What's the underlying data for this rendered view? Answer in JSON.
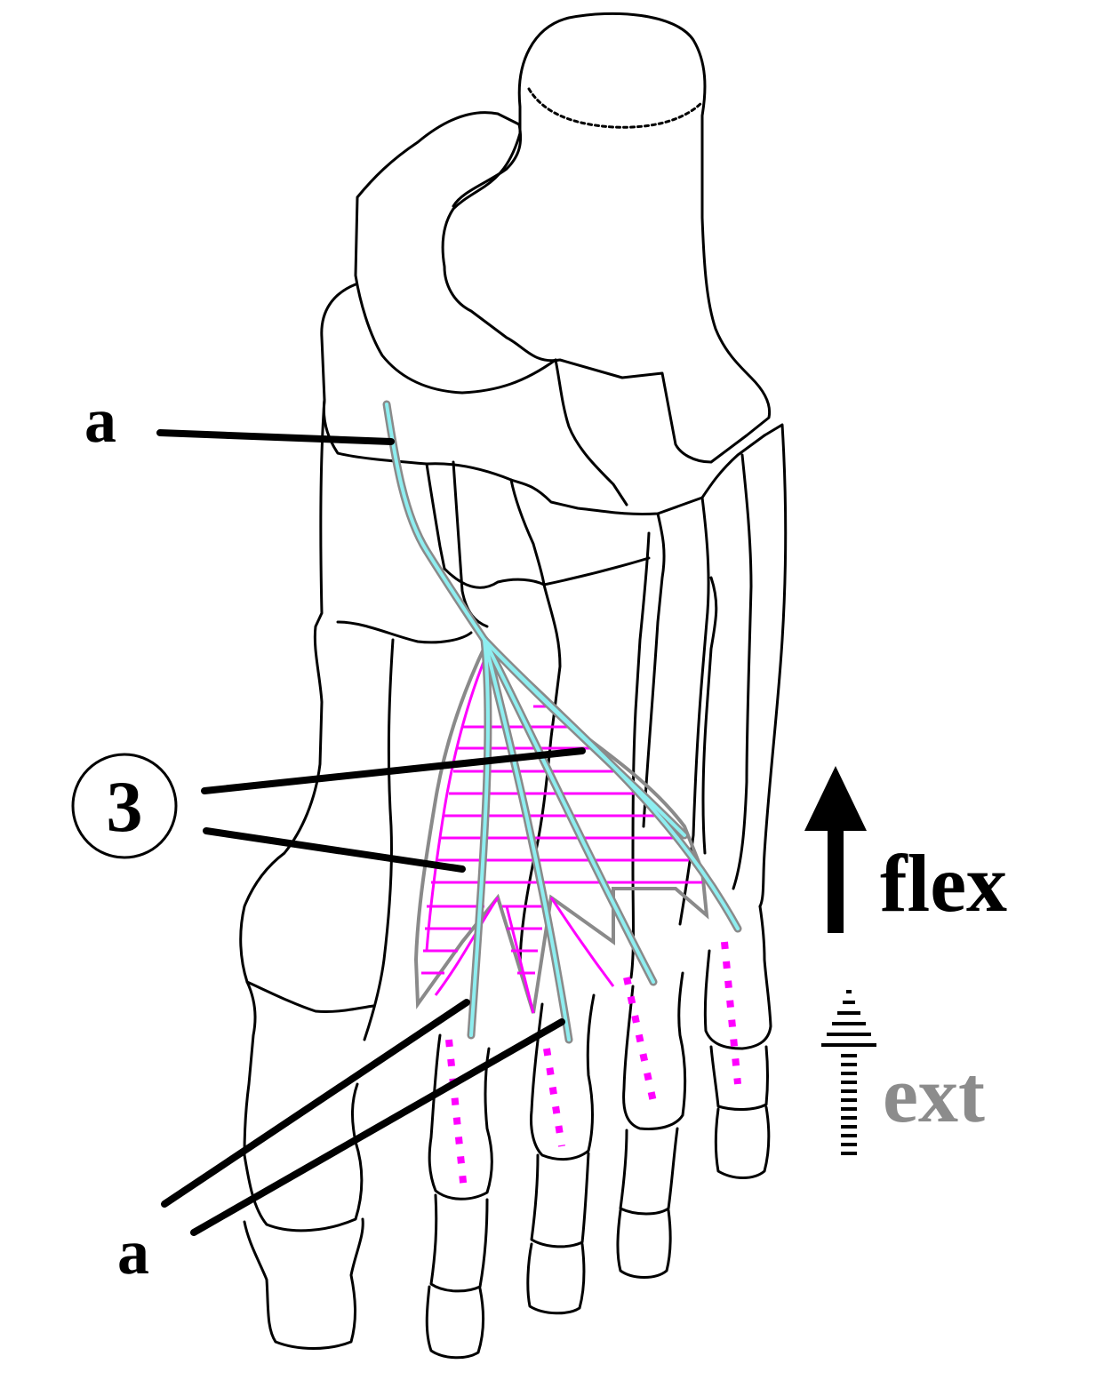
{
  "labels": {
    "a_upper": "a",
    "a_lower": "a",
    "circled_number": "3",
    "flex": "flex",
    "ext": "ext"
  },
  "legend": {
    "flex": {
      "text": "flex",
      "arrow": "solid"
    },
    "ext": {
      "text": "ext",
      "arrow": "dashed"
    }
  },
  "colors": {
    "bone_outline": "#000000",
    "tendon_fill": "#8eeef0",
    "tendon_outline": "#8a8a8a",
    "muscle_hatch": "#ff00ff",
    "leader_line": "#000000",
    "flex_text": "#000000",
    "ext_text": "#8c8c8c",
    "background": "#ffffff"
  },
  "icons": {
    "flex_arrow": "up-arrow-solid-icon",
    "ext_arrow": "up-arrow-dashed-icon"
  }
}
